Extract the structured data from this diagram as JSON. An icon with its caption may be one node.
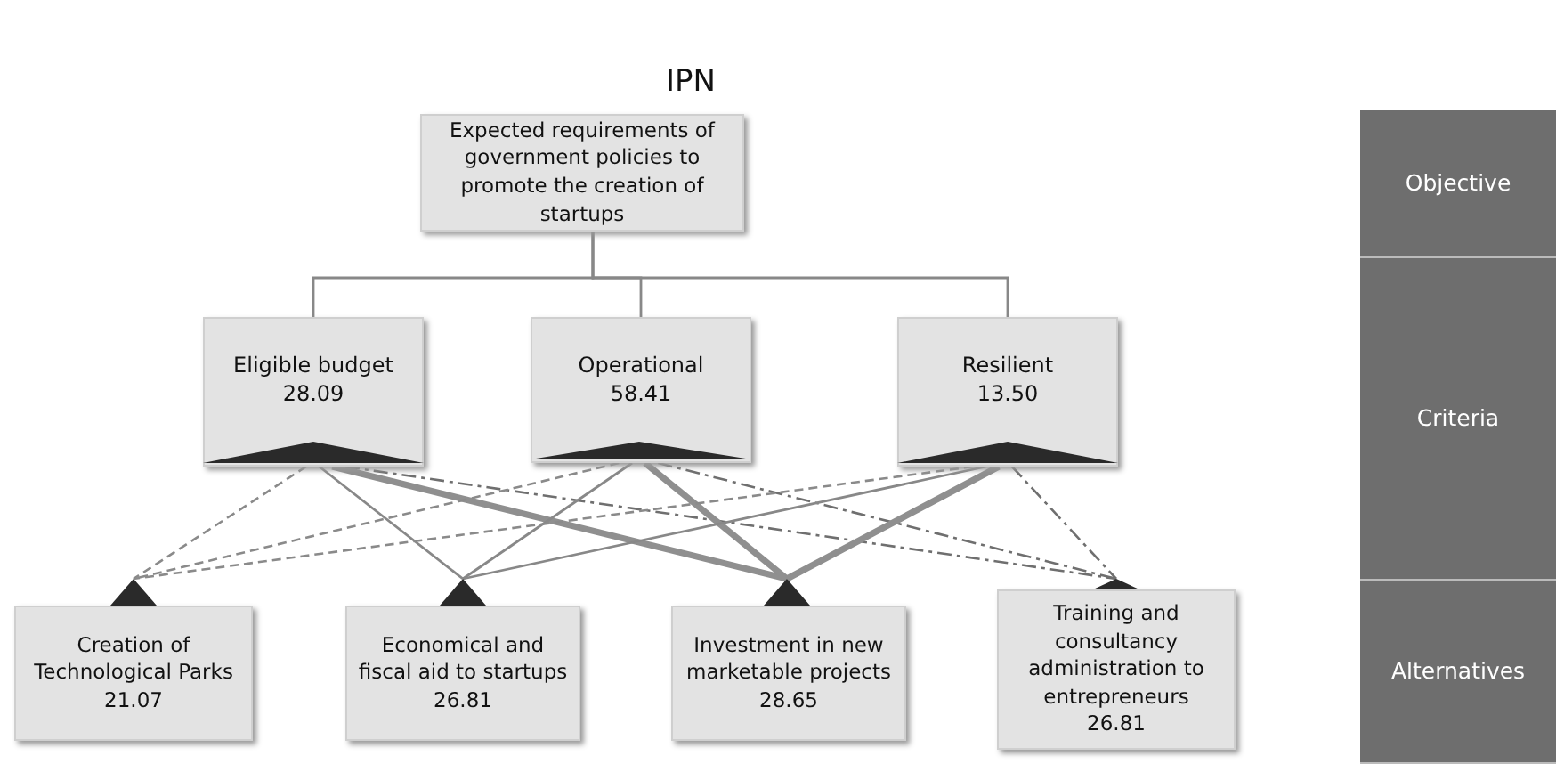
{
  "diagram": {
    "title": "IPN",
    "nodes": [
      {
        "text": [
          "Expected requirements of government policies to promote the creation of startups"
        ]
      },
      {
        "text": [
          "Eligible budget",
          "28.09"
        ]
      },
      {
        "text": [
          "Operational",
          "58.41"
        ]
      },
      {
        "text": [
          "Resilient",
          "13.50"
        ]
      },
      {
        "text": [
          "Creation of Technological Parks",
          "21.07"
        ]
      },
      {
        "text": [
          "Economical  and fiscal aid to startups",
          "26.81"
        ]
      },
      {
        "text": [
          "Investment in new marketable projects",
          "28.65"
        ]
      },
      {
        "text": [
          "Training and consultancy administration to entrepreneurs",
          "26.81"
        ]
      },
      {
        "text": [
          "Objective"
        ]
      },
      {
        "text": [
          "Criteria"
        ]
      },
      {
        "text": [
          "Alternatives"
        ]
      }
    ],
    "edges": [
      {
        "from": 0,
        "to": 1,
        "arrow": "none"
      },
      {
        "from": 0,
        "to": 2,
        "arrow": "none"
      },
      {
        "from": 0,
        "to": 3,
        "arrow": "none"
      },
      {
        "from": 1,
        "to": 4,
        "arrow": "none",
        "style": "dashed"
      },
      {
        "from": 1,
        "to": 5,
        "arrow": "none"
      },
      {
        "from": 1,
        "to": 6,
        "arrow": "none",
        "style": "thick"
      },
      {
        "from": 1,
        "to": 7,
        "arrow": "none",
        "style": "dashed",
        "color": "#6f6f6f"
      },
      {
        "from": 2,
        "to": 4,
        "arrow": "none",
        "style": "dashed"
      },
      {
        "from": 2,
        "to": 5,
        "arrow": "none"
      },
      {
        "from": 2,
        "to": 6,
        "arrow": "none",
        "style": "thick"
      },
      {
        "from": 2,
        "to": 7,
        "arrow": "none",
        "style": "dashed",
        "color": "#6f6f6f"
      },
      {
        "from": 3,
        "to": 4,
        "arrow": "none",
        "style": "dashed"
      },
      {
        "from": 3,
        "to": 5,
        "arrow": "none"
      },
      {
        "from": 3,
        "to": 6,
        "arrow": "none",
        "style": "thick"
      },
      {
        "from": 3,
        "to": 7,
        "arrow": "none",
        "style": "dashed",
        "color": "#6f6f6f"
      }
    ]
  }
}
